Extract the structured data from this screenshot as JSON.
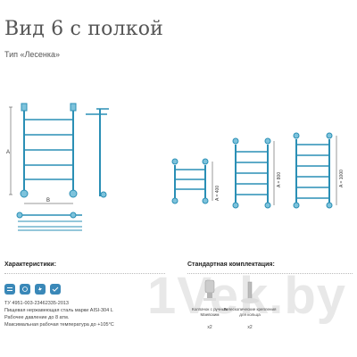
{
  "title": "Вид 6 с полкой",
  "subtitle": "Тип «Лесенка»",
  "drawing": {
    "dim_a": "A",
    "dim_b": "B",
    "dim_400": "A = 400",
    "dim_800": "A = 800",
    "dim_1000": "A = 1000"
  },
  "watermark": "1Vek.by",
  "specs": {
    "header": "Характеристики:",
    "lines": [
      "ТУ 4951-003-23462335-2013",
      "Пищевая нержавеющая сталь марки AISI-304 L",
      "Рабочее давление до 8 атм.",
      "Максимальная рабочая температура до +105°C"
    ],
    "icons": [
      "steel-icon",
      "power-icon",
      "pressure-icon",
      "quality-icon"
    ]
  },
  "kit": {
    "header": "Стандартная комплектация:",
    "items": [
      {
        "label": "Колпачок с ручным Маевским",
        "qty": "x2"
      },
      {
        "label": "Телескопические крепления для кольца",
        "qty": "x2"
      }
    ]
  },
  "colors": {
    "pipe": "#2a8fb5",
    "pipe_light": "#7ec3dc",
    "line": "#333333",
    "feature_icon": "#3a88b8"
  }
}
